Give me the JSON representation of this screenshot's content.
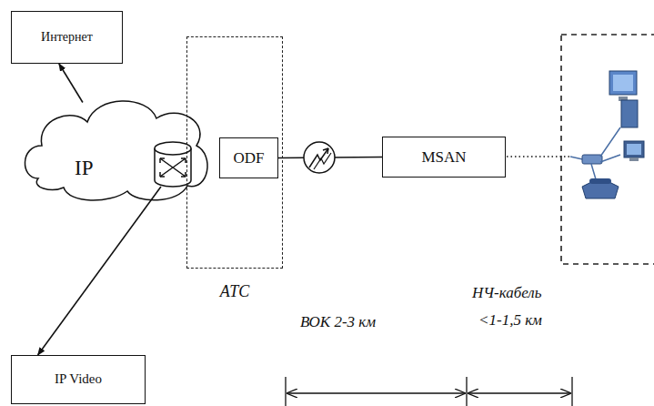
{
  "diagram": {
    "nodes": [
      {
        "text": [
          "Интернет"
        ]
      },
      {
        "text": [
          "IP"
        ]
      },
      {
        "text": [
          "АТС"
        ]
      },
      {
        "text": [
          "ODF"
        ],
        "in": 2
      },
      {
        "text": [
          "MSAN"
        ]
      },
      {
        "text": [
          "IP Video"
        ]
      }
    ],
    "edges": [
      {
        "from": 1,
        "to": 0,
        "arrow": "to"
      },
      {
        "from": 1,
        "to": 5,
        "arrow": "to"
      },
      {
        "from": 3,
        "to": 4,
        "arrow": "none"
      }
    ],
    "labels": [
      "ВОК 2-3 км",
      "НЧ-кабель",
      "<1-1,5 км"
    ]
  }
}
